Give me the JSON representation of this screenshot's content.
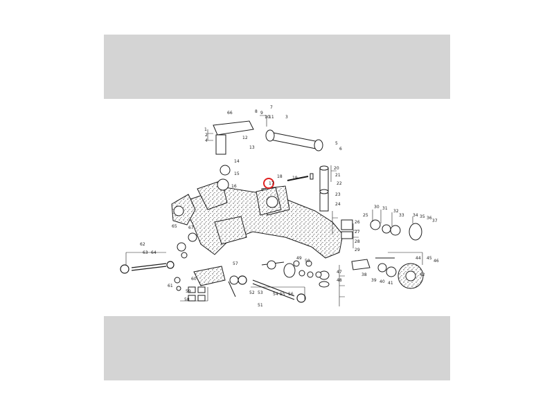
{
  "figure": {
    "colors": {
      "background": "#ffffff",
      "band": "#d4d4d4",
      "ink": "#1a1a1a",
      "highlight": "#e02020"
    },
    "highlighted_part": "17",
    "labels": [
      "66",
      "8",
      "9",
      "10",
      "11",
      "7",
      "3",
      "1",
      "2",
      "4",
      "5",
      "6",
      "12",
      "13",
      "14",
      "15",
      "16",
      "17",
      "18",
      "19",
      "20",
      "21",
      "22",
      "23",
      "24",
      "25",
      "26",
      "27",
      "28",
      "29",
      "30",
      "31",
      "32",
      "33",
      "34",
      "35",
      "36",
      "37",
      "38",
      "39",
      "40",
      "41",
      "42",
      "44",
      "45",
      "46",
      "47",
      "48",
      "49",
      "50",
      "51",
      "52",
      "53",
      "54",
      "55",
      "56",
      "57",
      "58",
      "59",
      "60",
      "61",
      "62",
      "63",
      "64",
      "65",
      "67"
    ]
  }
}
